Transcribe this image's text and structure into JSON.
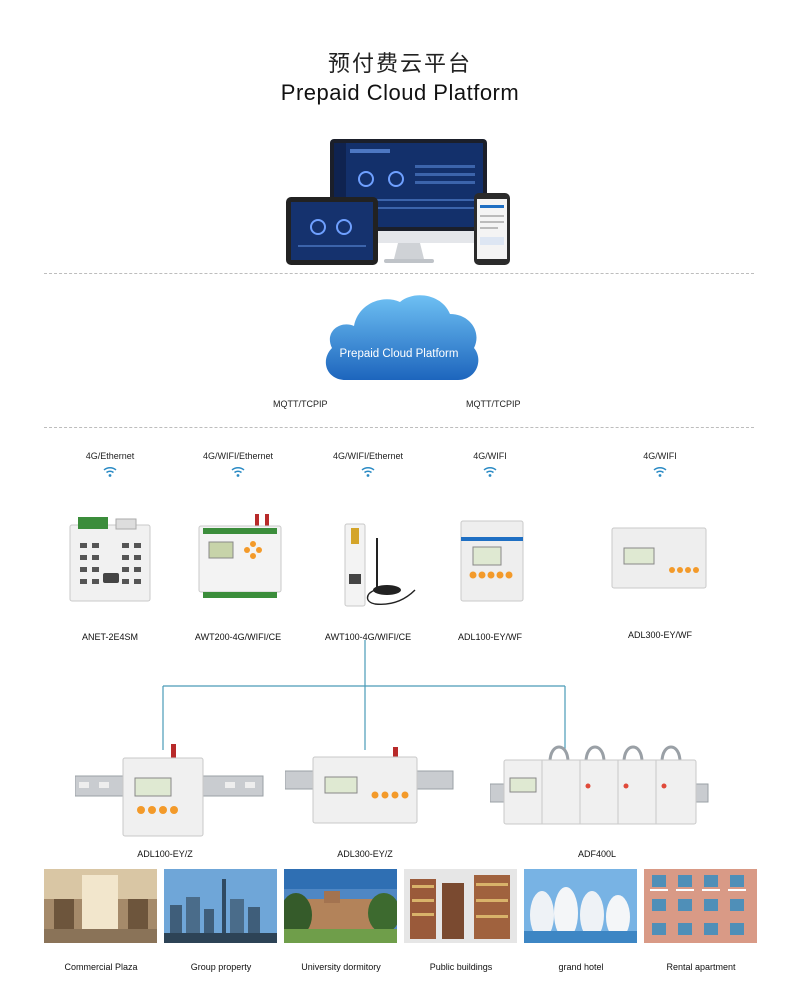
{
  "header": {
    "title_cn": "预付费云平台",
    "title_en": "Prepaid Cloud Platform"
  },
  "cloud": {
    "label": "Prepaid Cloud Platform",
    "protocols": [
      "MQTT/TCPIP",
      "MQTT/TCPIP"
    ]
  },
  "gateways": [
    {
      "connection": "4G/Ethernet",
      "model": "ANET-2E4SM"
    },
    {
      "connection": "4G/WIFI/Ethernet",
      "model": "AWT200-4G/WIFI/CE"
    },
    {
      "connection": "4G/WIFI/Ethernet",
      "model": "AWT100-4G/WIFI/CE"
    },
    {
      "connection": "4G/WIFI",
      "model": "ADL100-EY/WF"
    },
    {
      "connection": "4G/WIFI",
      "model": "ADL300-EY/WF"
    }
  ],
  "meters": [
    {
      "model": "ADL100-EY/Z"
    },
    {
      "model": "ADL300-EY/Z"
    },
    {
      "model": "ADF400L"
    }
  ],
  "applications": [
    {
      "label": "Commercial Plaza"
    },
    {
      "label": "Group property"
    },
    {
      "label": "University dormitory"
    },
    {
      "label": "Public buildings"
    },
    {
      "label": "grand hotel"
    },
    {
      "label": "Rental apartment"
    }
  ],
  "colors": {
    "cloud_top": "#5ab0ec",
    "cloud_bottom": "#1f6fc3",
    "connector": "#4a9bb8",
    "wifi": "#2a8ac4"
  }
}
